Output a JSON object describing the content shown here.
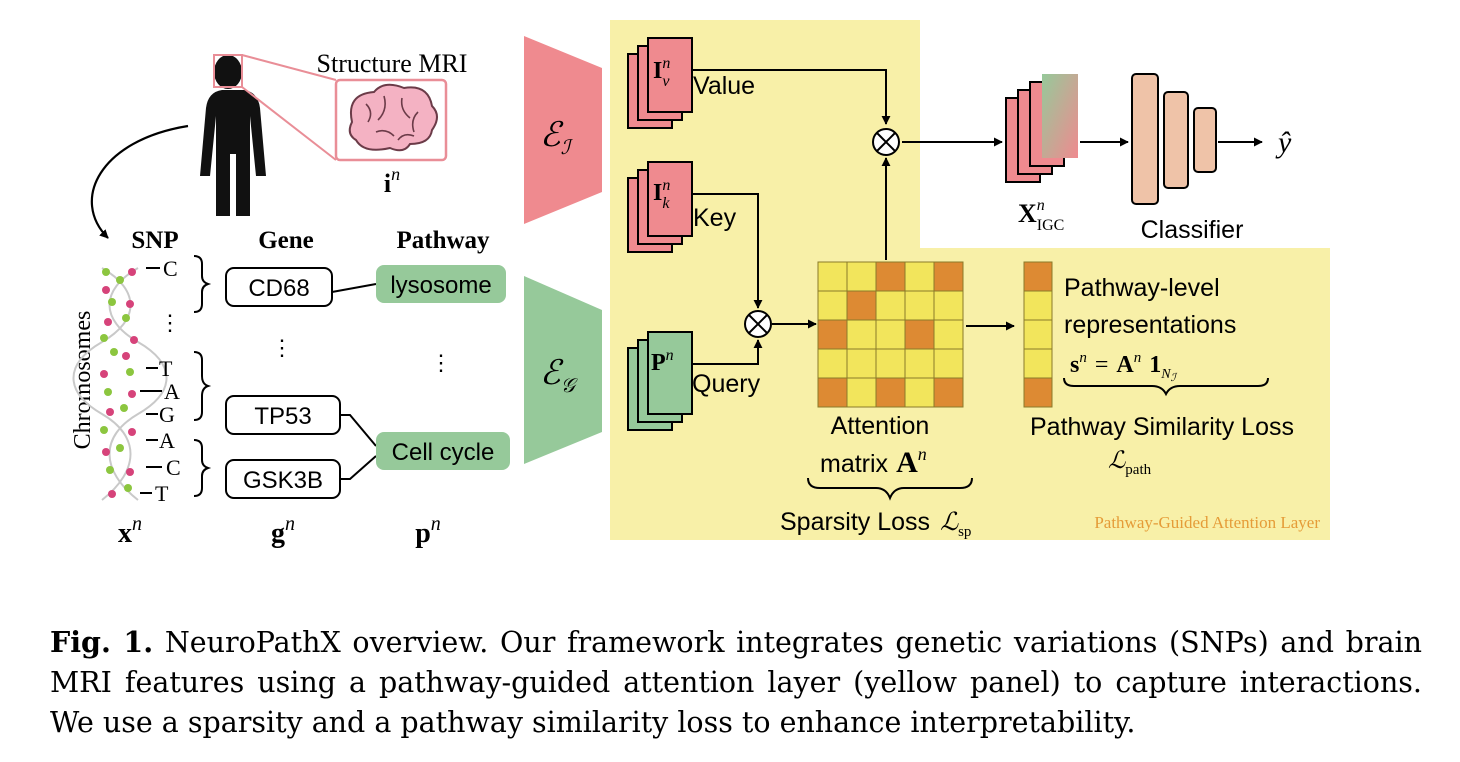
{
  "figure": {
    "mri_label": "Structure MRI",
    "mri_symbol": "i",
    "snp_header": "SNP",
    "gene_header": "Gene",
    "pathway_header": "Pathway",
    "chromosomes_label": "Chromosomes",
    "snp_letters": [
      "C",
      "T",
      "A",
      "G",
      "A",
      "C",
      "T"
    ],
    "genes": [
      "CD68",
      "TP53",
      "GSK3B"
    ],
    "pathways": [
      "lysosome",
      "Cell cycle"
    ],
    "row_symbols": {
      "snp": "x",
      "gene": "g",
      "pathway": "p"
    },
    "superscript_n": "n",
    "image_encoder": {
      "base": "ℰ",
      "sub": "ℐ"
    },
    "genetic_encoder": {
      "base": "ℰ",
      "sub": "𝒢"
    },
    "value_label": "Value",
    "key_label": "Key",
    "query_label": "Query",
    "value_sym": {
      "base": "I",
      "sup": "n",
      "sub": "v"
    },
    "key_sym": {
      "base": "I",
      "sup": "n",
      "sub": "k"
    },
    "query_sym": {
      "base": "P",
      "sup": "n"
    },
    "attention_label": "Attention",
    "matrix_word": "matrix",
    "matrix_symbol": "A",
    "sparsity_loss": "Sparsity Loss",
    "sparsity_sym": {
      "base": "ℒ",
      "sub": "sp"
    },
    "pathway_level_line1": "Pathway-level",
    "pathway_level_line2": "representations",
    "formula": {
      "lhs": "s",
      "eq": "=",
      "rhs": "A",
      "one": "1",
      "sub_base": "N",
      "sub_sub": "ℐ"
    },
    "pathway_similarity_loss": "Pathway Similarity Loss",
    "path_sym": {
      "base": "ℒ",
      "sub": "path"
    },
    "igc_sym": {
      "base": "X",
      "sub": "IGC"
    },
    "classifier_label": "Classifier",
    "output_sym": "ŷ",
    "layer_label": "Pathway-Guided Attention Layer",
    "colors": {
      "panel_yellow": "#f8f0a8",
      "image_pink": "#ef8a8f",
      "genetic_green": "#96c99a",
      "classifier_peach": "#efc3a8",
      "brain_pink": "#f4b2c3",
      "layer_label_orange": "#e59c38"
    },
    "attention_matrix": [
      [
        "yellow",
        "yellow",
        "orange",
        "yellow",
        "orange"
      ],
      [
        "yellow",
        "orange",
        "yellow",
        "yellow",
        "yellow"
      ],
      [
        "orange",
        "yellow",
        "yellow",
        "orange",
        "yellow"
      ],
      [
        "yellow",
        "yellow",
        "yellow",
        "yellow",
        "yellow"
      ],
      [
        "orange",
        "yellow",
        "orange",
        "yellow",
        "orange"
      ]
    ],
    "pathway_vector": [
      "orange",
      "yellow",
      "yellow",
      "yellow",
      "orange"
    ]
  },
  "caption": {
    "label": "Fig. 1.",
    "text": "NeuroPathX overview. Our framework integrates genetic variations (SNPs) and brain MRI features using a pathway-guided attention layer (yellow panel) to capture interactions. We use a sparsity and a pathway similarity loss to enhance interpretability."
  }
}
